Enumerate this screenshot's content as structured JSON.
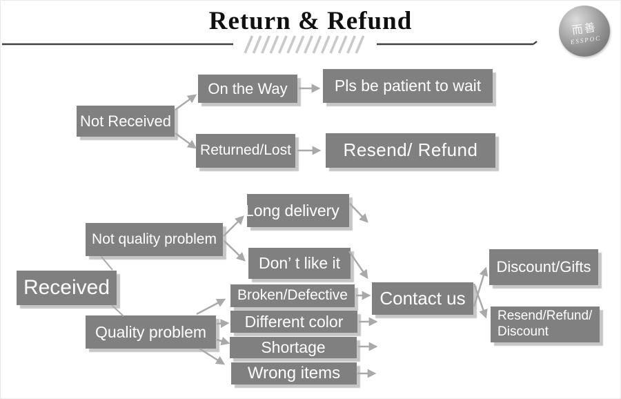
{
  "header": {
    "title": "Return & Refund"
  },
  "logo": {
    "cn": "而善",
    "en": "ESSPOC"
  },
  "flow": {
    "not_received": {
      "label": "Not Received"
    },
    "on_the_way": {
      "label": "On the Way"
    },
    "pls_wait": {
      "label": "Pls be patient to wait"
    },
    "returned_lost": {
      "label": "Returned/Lost"
    },
    "resend_refund": {
      "label": "Resend/ Refund"
    },
    "received": {
      "label": "Received"
    },
    "not_quality_problem": {
      "label": "Not quality problem"
    },
    "quality_problem": {
      "label": "Quality problem"
    },
    "long_delivery": {
      "label": "Long delivery"
    },
    "dont_like_it": {
      "label": "Don’ t like it"
    },
    "broken_defective": {
      "label": "Broken/Defective"
    },
    "different_color": {
      "label": "Different color"
    },
    "shortage": {
      "label": "Shortage"
    },
    "wrong_items": {
      "label": "Wrong items"
    },
    "contact_us": {
      "label": "Contact us"
    },
    "discount_gifts": {
      "label": "Discount/Gifts"
    },
    "resend_refund_discount": {
      "line1": "Resend/Refund/",
      "line2": "Discount"
    }
  },
  "colors": {
    "node_bg": "#808080",
    "node_text": "#ffffff",
    "arrow": "#a9a9a9",
    "node_shadow": "#c6c6c6",
    "divider": "#3f3f3f",
    "hatch": "#c9c9c9",
    "title_text": "#101010"
  }
}
